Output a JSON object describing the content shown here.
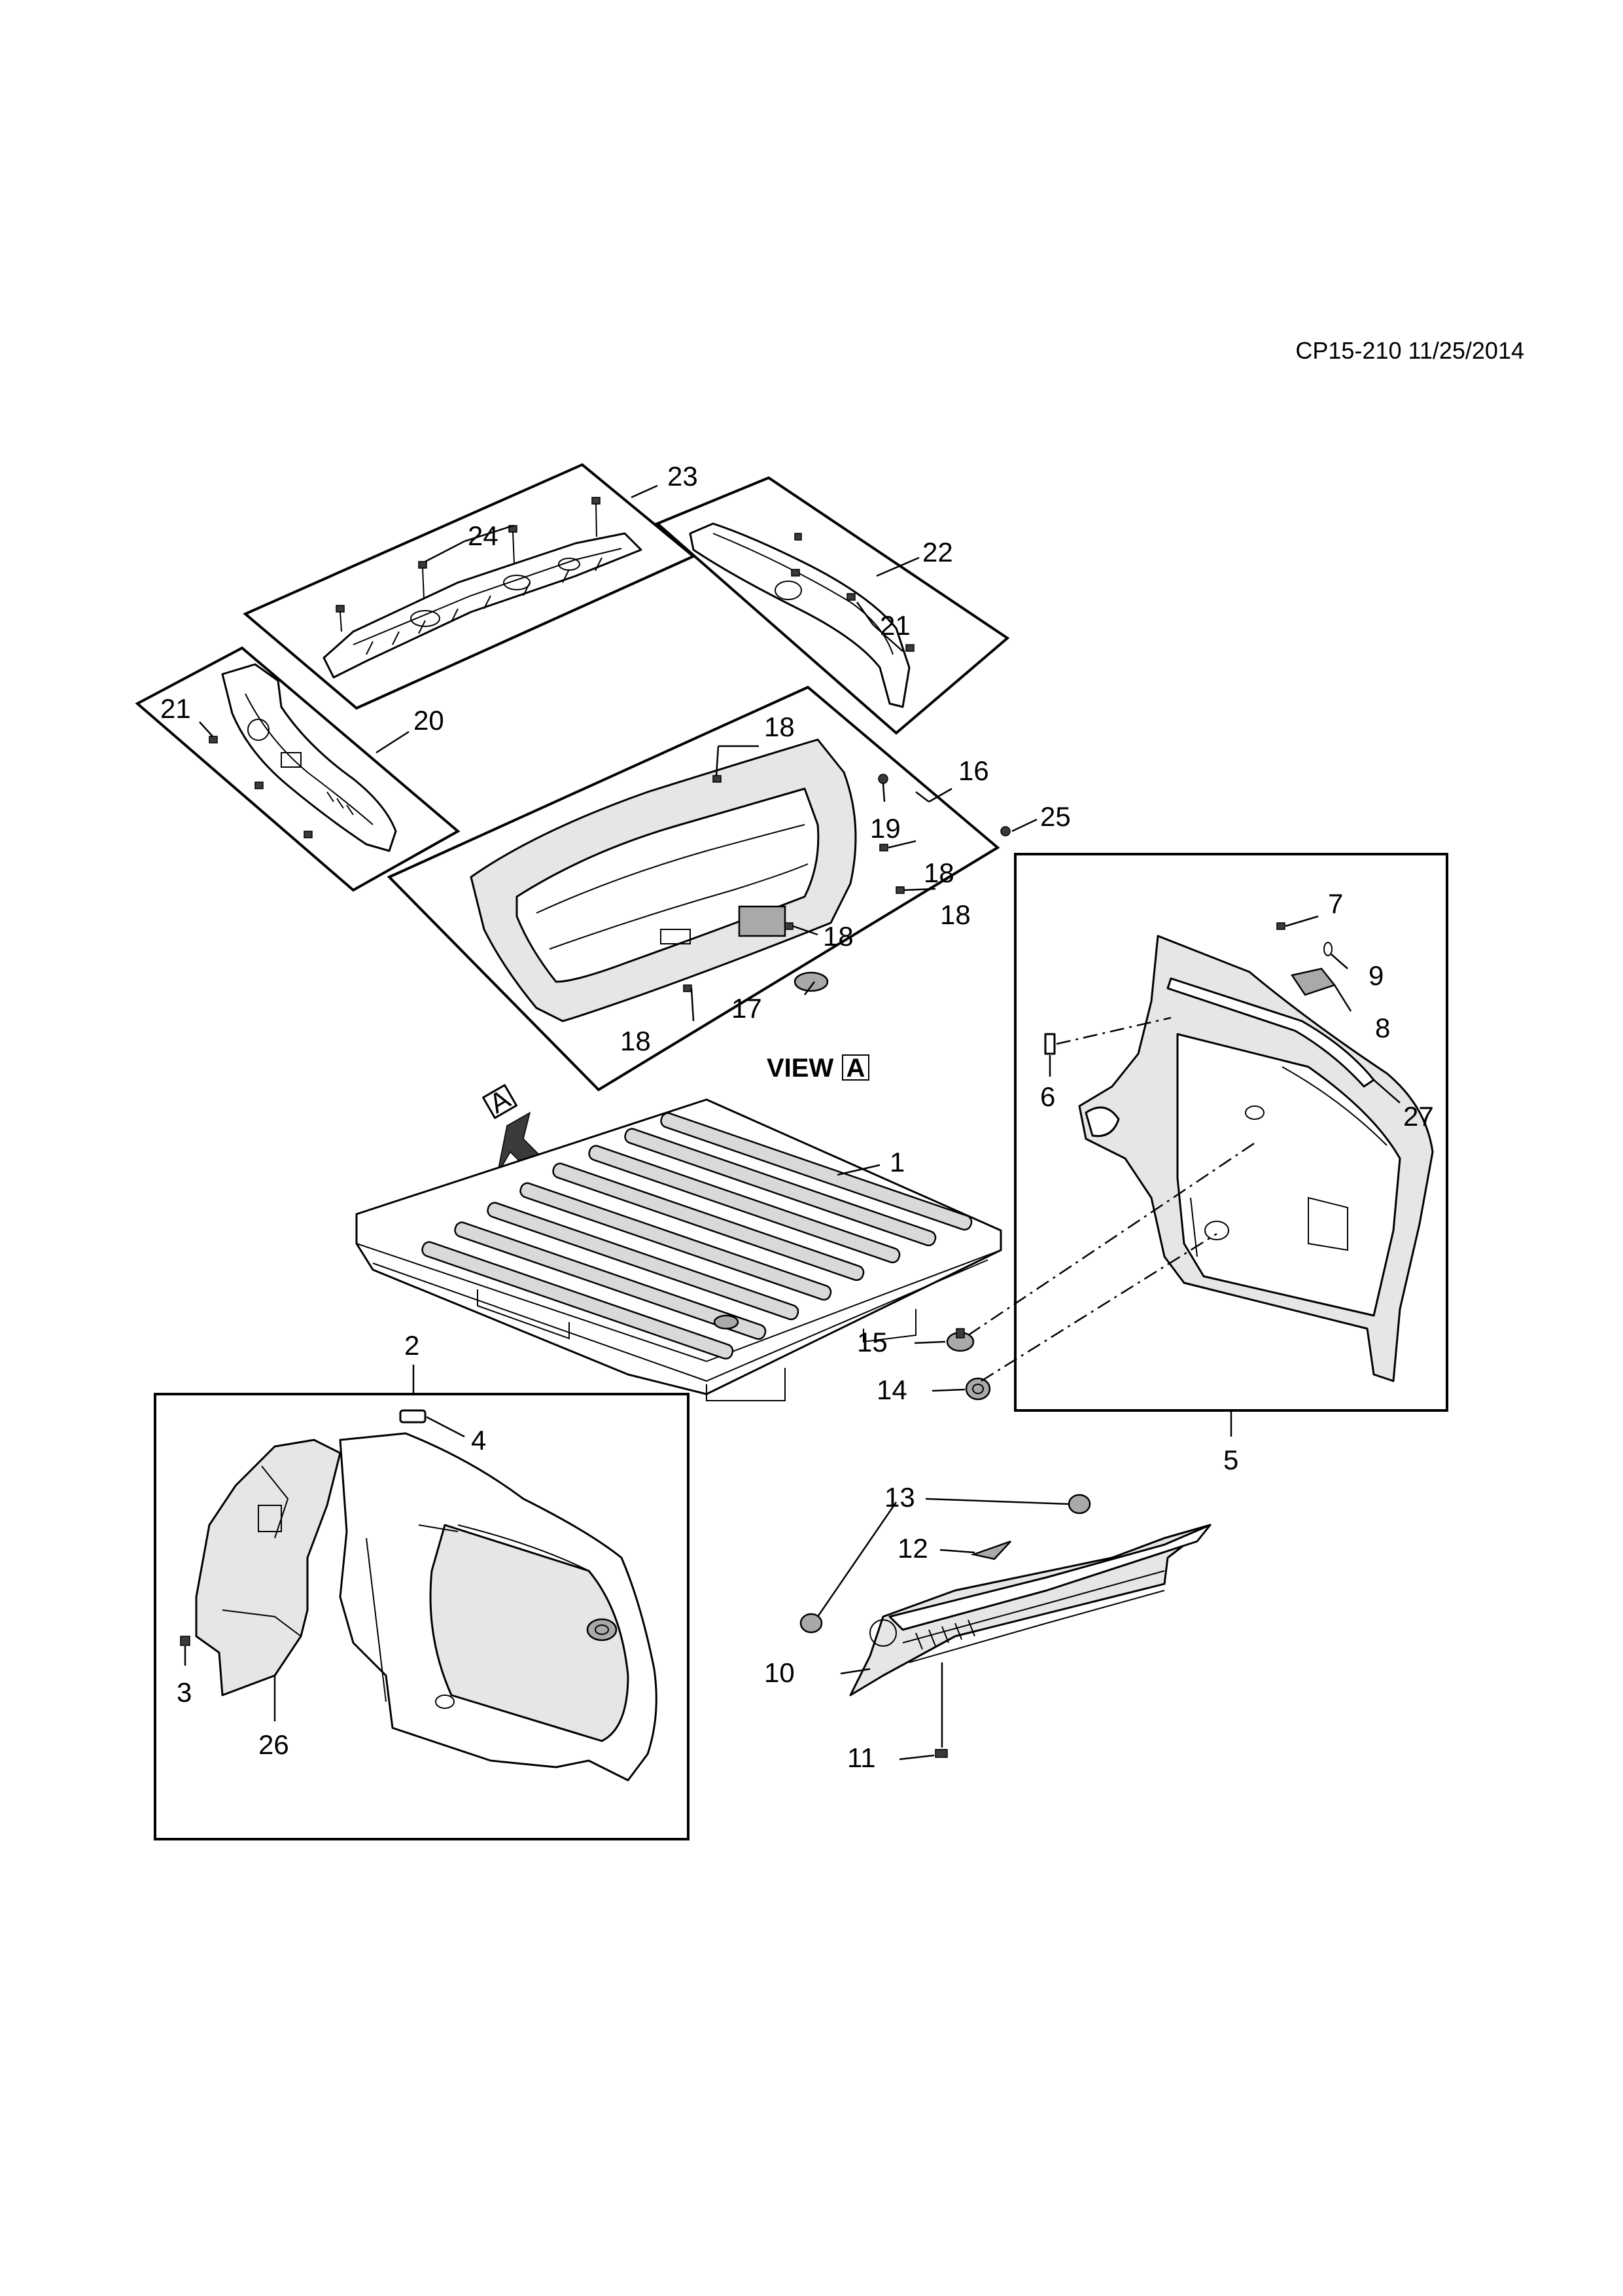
{
  "document": {
    "reference": "CP15-210 11/25/2014",
    "view_label": "VIEW",
    "view_letter": "A"
  },
  "callouts": {
    "c1": "1",
    "c2": "2",
    "c3": "3",
    "c4": "4",
    "c5": "5",
    "c6": "6",
    "c7": "7",
    "c8": "8",
    "c9": "9",
    "c10": "10",
    "c11": "11",
    "c12": "12",
    "c13": "13",
    "c14": "14",
    "c15": "15",
    "c16": "16",
    "c17": "17",
    "c18a": "18",
    "c18b": "18",
    "c18c": "18",
    "c18d": "18",
    "c18e": "18",
    "c19": "19",
    "c20": "20",
    "c21a": "21",
    "c21b": "21",
    "c22": "22",
    "c23": "23",
    "c24": "24",
    "c25": "25",
    "c26": "26",
    "c27": "27"
  }
}
